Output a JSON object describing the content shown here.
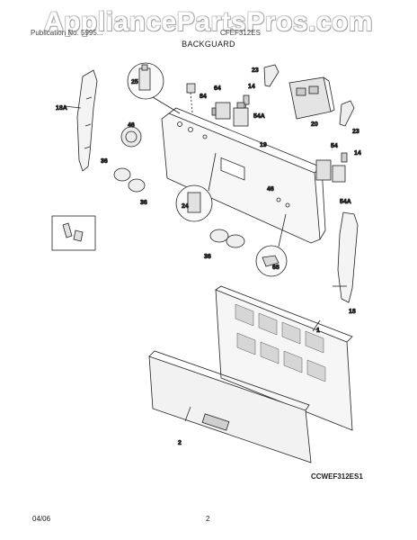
{
  "watermark": "AppliancePartsPros.com",
  "header": {
    "left": "Publication No. 5995...",
    "right": "CFEF312ES"
  },
  "section_title": "BACKGUARD",
  "labels": {
    "p18a": "18A",
    "p25": "25",
    "p84": "84",
    "p64": "64",
    "p14_top": "14",
    "p23_top": "23",
    "p20": "20",
    "p23_right": "23",
    "p46_left": "46",
    "p54a_top": "54A",
    "p19": "19",
    "p54": "54",
    "p14_right": "14",
    "p36_a": "36",
    "p36_b": "36",
    "p46_mid": "46",
    "p24": "24",
    "p54a_right": "54A",
    "p36_c": "36",
    "p68": "68",
    "p18": "18",
    "p1": "1",
    "p2": "2"
  },
  "model_code": "CCWEF312ES1",
  "footer": {
    "date": "04/06",
    "page": "2"
  }
}
